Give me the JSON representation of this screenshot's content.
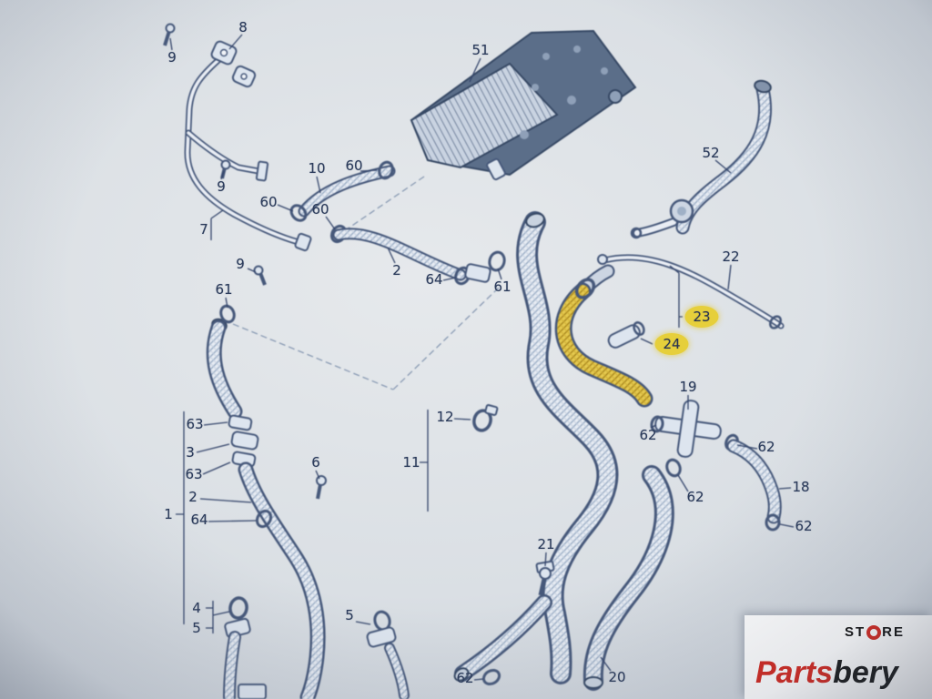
{
  "diagram": {
    "name": "engine-cooling-hose-parts-diagram",
    "highlight_color": "#e6cf3b",
    "line_color": "#46587a",
    "hose_fill": "#e7ecf3",
    "highlighted_parts": [
      "23",
      "24"
    ],
    "callouts": [
      {
        "text": "8",
        "highlighted": false
      },
      {
        "text": "9",
        "highlighted": false
      },
      {
        "text": "51",
        "highlighted": false
      },
      {
        "text": "52",
        "highlighted": false
      },
      {
        "text": "10",
        "highlighted": false
      },
      {
        "text": "60",
        "highlighted": false
      },
      {
        "text": "9",
        "highlighted": false
      },
      {
        "text": "60",
        "highlighted": false
      },
      {
        "text": "60",
        "highlighted": false
      },
      {
        "text": "7",
        "highlighted": false
      },
      {
        "text": "2",
        "highlighted": false
      },
      {
        "text": "64",
        "highlighted": false
      },
      {
        "text": "9",
        "highlighted": false
      },
      {
        "text": "61",
        "highlighted": false
      },
      {
        "text": "61",
        "highlighted": false
      },
      {
        "text": "22",
        "highlighted": false
      },
      {
        "text": "23",
        "highlighted": true
      },
      {
        "text": "24",
        "highlighted": true
      },
      {
        "text": "19",
        "highlighted": false
      },
      {
        "text": "12",
        "highlighted": false
      },
      {
        "text": "11",
        "highlighted": false
      },
      {
        "text": "63",
        "highlighted": false
      },
      {
        "text": "3",
        "highlighted": false
      },
      {
        "text": "63",
        "highlighted": false
      },
      {
        "text": "2",
        "highlighted": false
      },
      {
        "text": "64",
        "highlighted": false
      },
      {
        "text": "1",
        "highlighted": false
      },
      {
        "text": "6",
        "highlighted": false
      },
      {
        "text": "62",
        "highlighted": false
      },
      {
        "text": "62",
        "highlighted": false
      },
      {
        "text": "62",
        "highlighted": false
      },
      {
        "text": "18",
        "highlighted": false
      },
      {
        "text": "62",
        "highlighted": false
      },
      {
        "text": "4",
        "highlighted": false
      },
      {
        "text": "5",
        "highlighted": false
      },
      {
        "text": "5",
        "highlighted": false
      },
      {
        "text": "21",
        "highlighted": false
      },
      {
        "text": "62",
        "highlighted": false
      },
      {
        "text": "20",
        "highlighted": false
      }
    ]
  },
  "logo": {
    "store_left": "ST",
    "store_right": "RE",
    "swirl_icon": "swirl-o-icon",
    "brand_red_text": "Parts",
    "brand_dark_text": "bery",
    "accent_red": "#d2241b",
    "text_black": "#151515",
    "background": "#ffffff"
  }
}
